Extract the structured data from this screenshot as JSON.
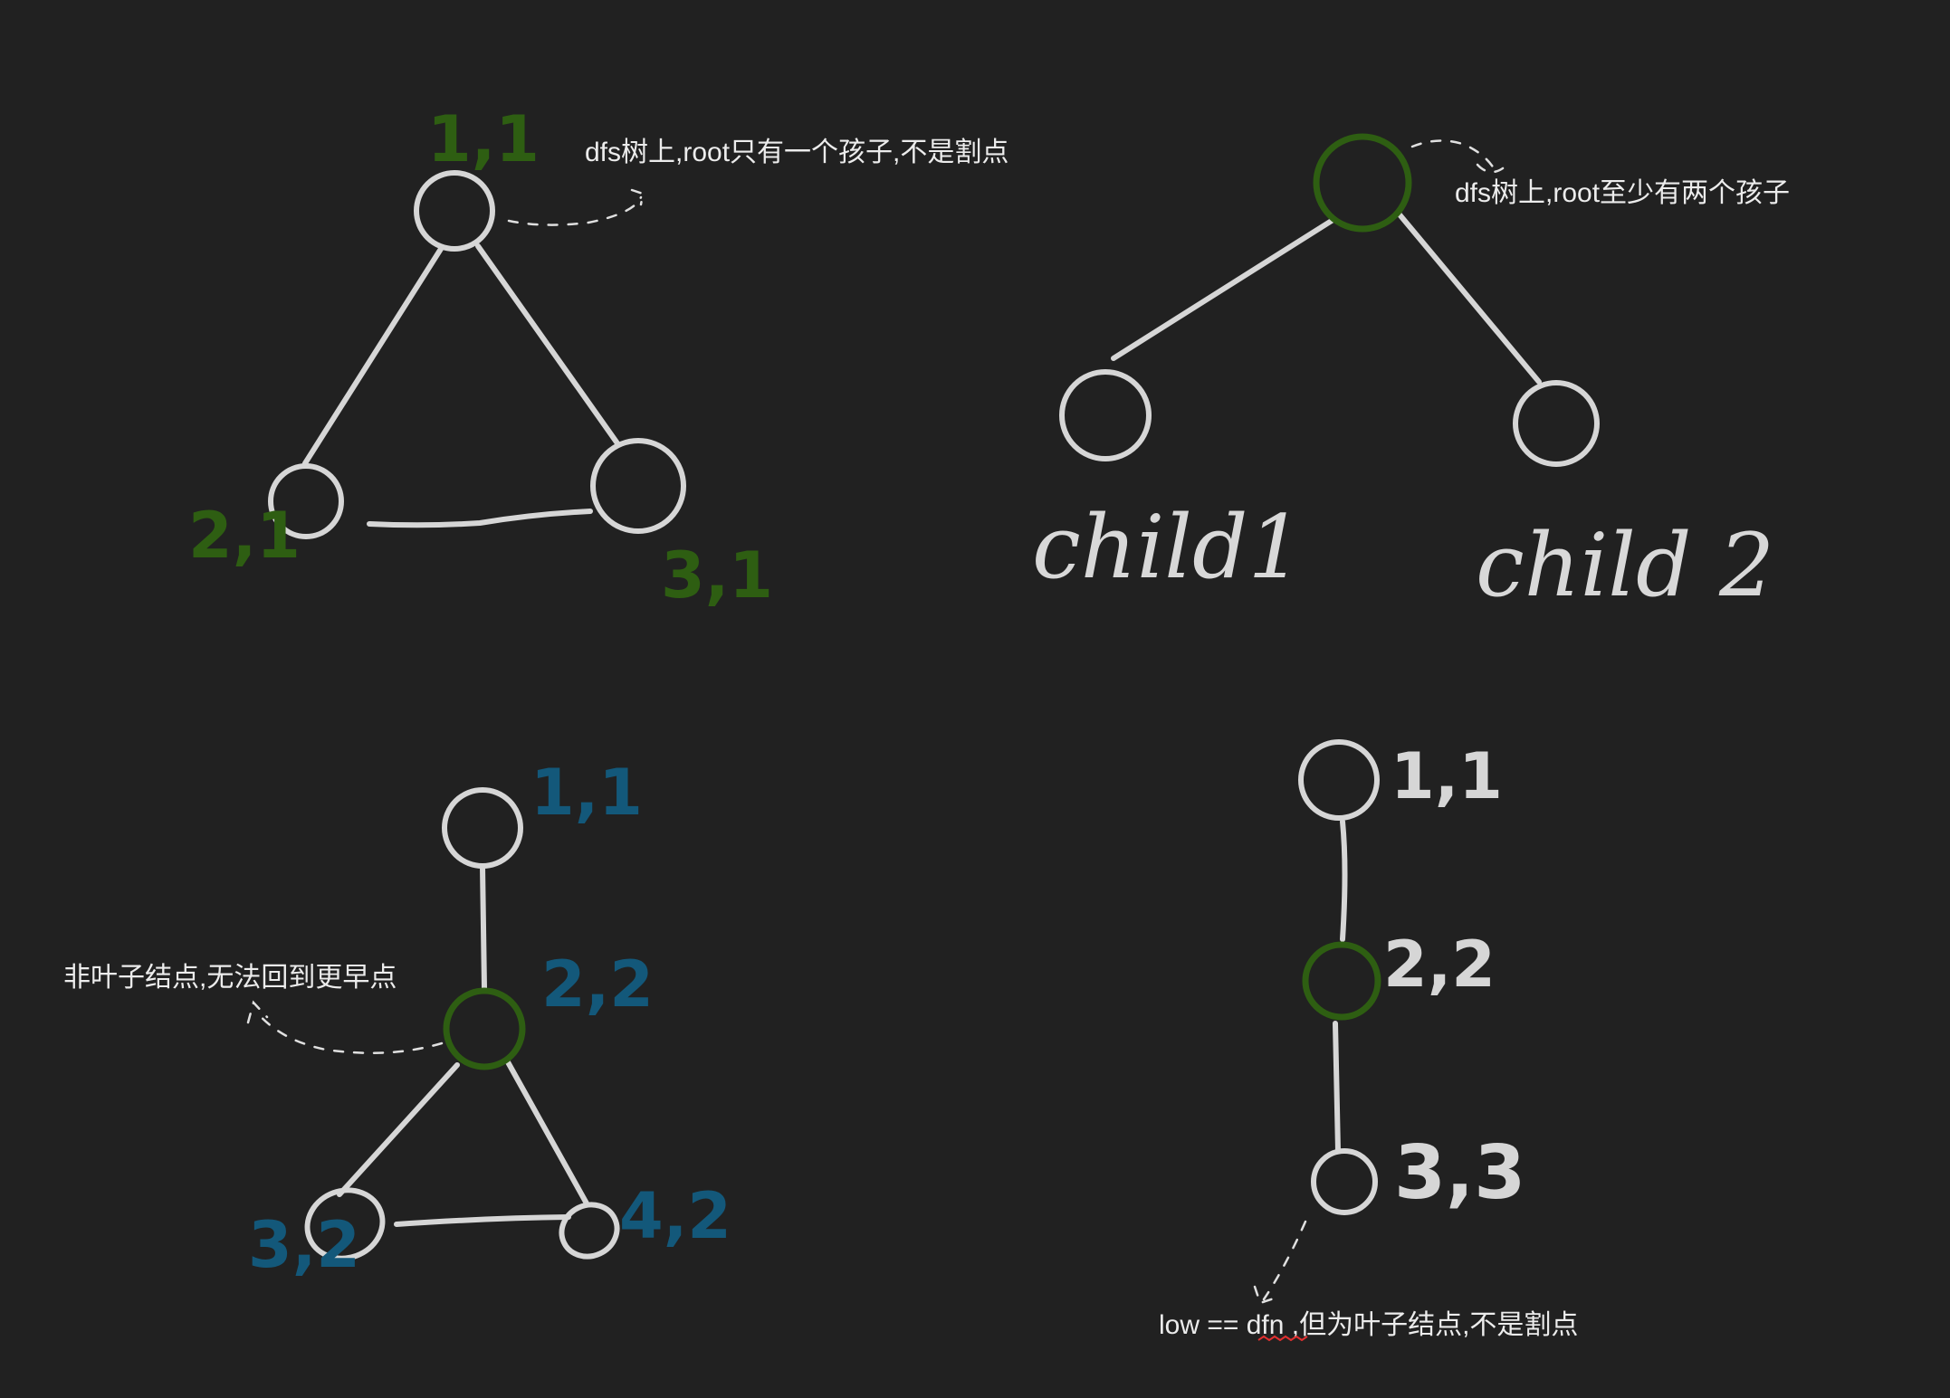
{
  "colors": {
    "background": "#212121",
    "stroke": "#d6d6d6",
    "green": "#2e5e12",
    "blue": "#13587a"
  },
  "panels": {
    "top_left": {
      "note": "dfs树上,root只有一个孩子,不是割点",
      "labels": {
        "root": "1,1",
        "left": "2,1",
        "right": "3,1"
      }
    },
    "top_right": {
      "note": "dfs树上,root至少有两个孩子",
      "labels": {
        "child1": "child1",
        "child2": "child 2"
      }
    },
    "bottom_left": {
      "note": "非叶子结点,无法回到更早点",
      "labels": {
        "n1": "1,1",
        "n2": "2,2",
        "n3": "3,2",
        "n4": "4,2"
      }
    },
    "bottom_right": {
      "note": "low == dfn ,但为叶子结点,不是割点",
      "labels": {
        "n1": "1,1",
        "n2": "2,2",
        "n3": "3,3"
      }
    }
  }
}
